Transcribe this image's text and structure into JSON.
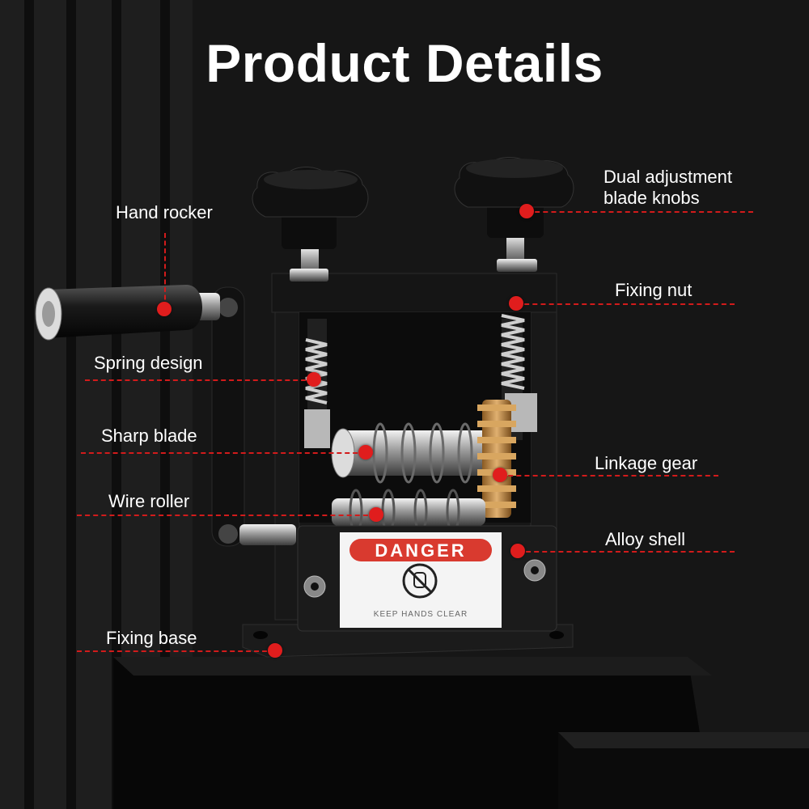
{
  "title": "Product Details",
  "labels": {
    "hand_rocker": "Hand rocker",
    "dual_knobs_line1": "Dual adjustment",
    "dual_knobs_line2": "blade knobs",
    "fixing_nut": "Fixing nut",
    "spring_design": "Spring design",
    "sharp_blade": "Sharp blade",
    "linkage_gear": "Linkage gear",
    "wire_roller": "Wire roller",
    "alloy_shell": "Alloy shell",
    "fixing_base": "Fixing base"
  },
  "plate": {
    "danger": "DANGER",
    "keep_hands_clear": "KEEP HANDS CLEAR"
  },
  "colors": {
    "accent_red": "#e01d1d",
    "background": "#161616",
    "text": "#ffffff"
  }
}
